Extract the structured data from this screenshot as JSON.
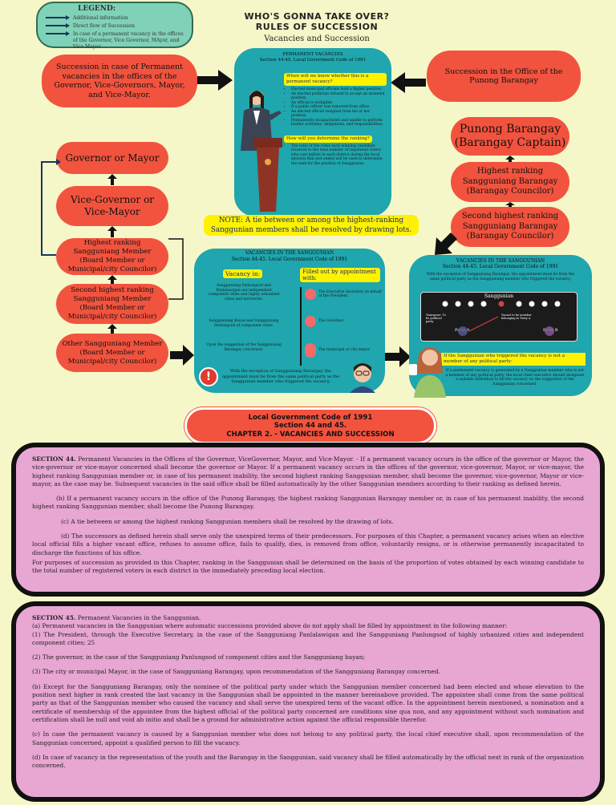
{
  "legend": {
    "title": "LEGEND:",
    "items": [
      "Additional information",
      "Direct flow of Succession",
      "In case of a permanent vacancy in the offices of the Governor, Vice Governor, MAyor, and Vice Mayor"
    ]
  },
  "header": {
    "title_line1": "WHO'S GONNA TAKE OVER?",
    "title_line2": "RULES OF SUCCESSION",
    "subtitle": "Vacancies and Succession"
  },
  "boxes": {
    "governor_case": "Succession in case of Permanent vacancies in the offices of the Governor, Vice-Governors, Mayor, and Vice-Mayor.",
    "barangay_case": "Succession in the Office of the Punong Barangay",
    "governor": "Governor or Mayor",
    "vice_governor": "Vice-Governor or Vice-Mayor",
    "highest_sanggunian": "Highest ranking Sangguniang Member (Board Member or Municipal/city Councilor)",
    "second_sanggunian": "Second highest ranking Sangguniang Member (Board Member or Municipal/city Councilor)",
    "other_sanggunian": "Other Sangguniang Member (Board Member or Municipal/city Councilor)",
    "punong_barangay": "Punong Barangay (Barangay Captain)",
    "highest_barangay": "Highest ranking Sangguniang Barangay (Barangay Councilor)",
    "second_barangay": "Second highest ranking Sangguniang Barangay (Barangay Councilor)"
  },
  "permanent": {
    "heading1": "PERMANENT VACANCIES",
    "heading2": "Section 44-45. Local Government Code of 1991",
    "q1": "When will we know whether this is a permanent vacancy?",
    "bullets": [
      "Elected municipal officials hold a higher position.",
      "An elected politician refused to accept an assumed position.",
      "An official is ineligible.",
      "If a public officer was removed from office.",
      "An elected official resigned from his or her position.",
      "Permanently incapacitated and unable to perform his/her activities, obligations, and responsibilities."
    ],
    "q2": "How will you determine the ranking?",
    "answer": "The ratio of the votes each winning candidate received to the total number of registered voters who cast ballots in each district during the local election that just ended will be used to determine the rank for the position of Sanggunian."
  },
  "note": "NOTE: A tie between or among the highest-ranking Sanggunian members shall be resolved by drawing lots.",
  "sanggunian_mid": {
    "heading1": "VACANCIES IN THE SANGGUNIAN",
    "heading2": "Section 44-45. Local Government Code of 1991",
    "vacancy_label": "Vacancy in:",
    "filled_label": "Filled out by appointment with:",
    "rows": [
      {
        "vacancy": "Sangguniang Panlungsod and Panlalawigan are independent component cities and highly urbanized cities and territories.",
        "appointee": "The Executive Secretary on behalf of the President"
      },
      {
        "vacancy": "Sangguniang Bayan and Sangguniang Panlungsod of component cities.",
        "appointee": "The Governor"
      },
      {
        "vacancy": "Upon the suggestion of the Sangguniang Barangay concerned.",
        "appointee": "The municipal or city mayor"
      }
    ],
    "exception": "With the exception of Sangguniang Barangay, the appointment must be from the same political party as the Sanggunian member who triggered the vacancy.",
    "warning_icon": "!"
  },
  "sanggunian_right": {
    "heading1": "VACANCIES IN THE SANGGUNIAN",
    "heading2": "Section 44-45. Local Government Code of 1991",
    "intro": "With the exception of Sangguniang Barangay, the appointment must be from the same political party as the Sangguniang member who triggered the vacancy.",
    "diagram_title": "Sanggunian",
    "transpose_label": "Transpose: To be political party",
    "vacant_label": "Vacant to be member belonging to Party A",
    "party_a": "Party A",
    "party_b": "Party B",
    "highlight": "If the Sanggunian who triggered the vacancy is not a member of any political party:",
    "body": "If a permanent vacancy is generated by a Sanggunian member who is not a member of any political party, the local chief executive should designate a suitable individual to fill the vacancy on the suggestion of the Sanggunian concerned."
  },
  "banner": {
    "line1": "Local Government Code of 1991",
    "line2": "Section 44 and 45.",
    "line3": "CHAPTER 2. - VACANCIES AND SUCCESSION"
  },
  "section44": {
    "lead": "SECTION 44.",
    "p1": " Permanent Vacancies in the Offices of the Governor, ViceGovernor, Mayor, and Vice-Mayor. - If a permanent vacancy occurs in the office of the governor or Mayor, the vice-governor or vice-mayor concerned shall become the governor or Mayor. If a permanent vacancy occurs in the offices of the governor, vice-governor, Mayor, or vice-mayor, the highest ranking Sanggunian member or, in case of his permanent inability, the second highest ranking Sanggunian member, shall become the governor, vice-governor, Mayor or vice-mayor, as the case may be. Subsequent vacancies in the said office shall be filled automatically by the other Sanggunian members according to their ranking as defined herein.",
    "p2": "(b) If a permanent vacancy occurs in the office of the Punong Barangay, the highest ranking Sanggunian Barangay member or, in case of his permanent inability, the second highest ranking Sanggunian member, shall become the Punong Barangay.",
    "p3": "(c) A tie between or among the highest ranking Sanggunian members shall be resolved by the drawing of lots.",
    "p4": "(d) The successors as defined herein shall serve only the unexpired terms of their predecessors. For purposes of this Chapter, a permanent vacancy arises when an elective local official fills a higher vacant office, refuses to assume office, fails to qualify, dies, is removed from office, voluntarily resigns, or is otherwise permanently incapacitated to discharge the functions of his office.",
    "p5": " For purposes of succession as provided in this Chapter, ranking in the Sanggunian shall be determined on the basis of the proportion of votes obtained by each winning candidate to the total number of registered voters in each district in the immediately preceding local election."
  },
  "section45": {
    "lead": "SECTION 45.",
    "p0": " Permanent Vacancies in the Sanggunian.",
    "p1": "(a) Permanent vacancies in the Sanggunian where automatic successions provided above do not apply shall be filled by appointment in the following manner:",
    "p1b": "(1) The President, through the Executive Secretary, in the case of the Sangguniang Panlalawigan and the Sangguniang Panlungsod of highly urbanized cities and independent component cities; 25",
    "p2": " (2) The governor, in the case of the Sangguniang Panlungsod of component cities and the Sangguniang bayan;",
    "p3": " (3) The city or municipal Mayor, in the case of Sangguniang Barangay, upon recommendation of the Sangguniang Barangay concerned.",
    "p4": "(b) Except for the Sangguniang Barangay, only the nominee of the political party under which the Sanggunian member concerned had been elected and whose elevation to the position next higher in rank created the last vacancy in the Sanggunian shall be appointed in the manner hereinabove provided. The appointee shall come from the same political party as that of the Sanggunian member who caused the vacancy and shall serve the unexpired term of the vacant office. In the appointment herein mentioned, a nomination and a certificate of membership of the appointee from the highest official of the political party concerned are conditions sine qua non, and any appointment without such nomination and certification shall be null and void ab initio and shall be a ground for administrative action against the official responsible therefor.",
    "p5": "(c) In case the permanent vacancy is caused by a Sanggunian member who does not belong to any political party, the local chief executive shall, upon recommendation of the Sanggunian concerned, appoint a qualified person to fill the vacancy.",
    "p6": "(d) In case of vacancy in the representation of the youth and the Barangay in the Sanggunian, said vacancy shall be filled automatically by the official next in rank of the organization concerned."
  },
  "colors": {
    "background": "#f6f7c8",
    "red": "#f2533e",
    "teal": "#1fa6ae",
    "pink": "#e8a6d3",
    "yellow": "#fff200"
  },
  "icons": [
    "podium-woman-illustration",
    "man-avatar-illustration",
    "woman-teacher-illustration",
    "warning-icon",
    "arrow-right-icon",
    "arrow-left-icon",
    "arrow-up-icon",
    "arrow-down-left-icon"
  ]
}
